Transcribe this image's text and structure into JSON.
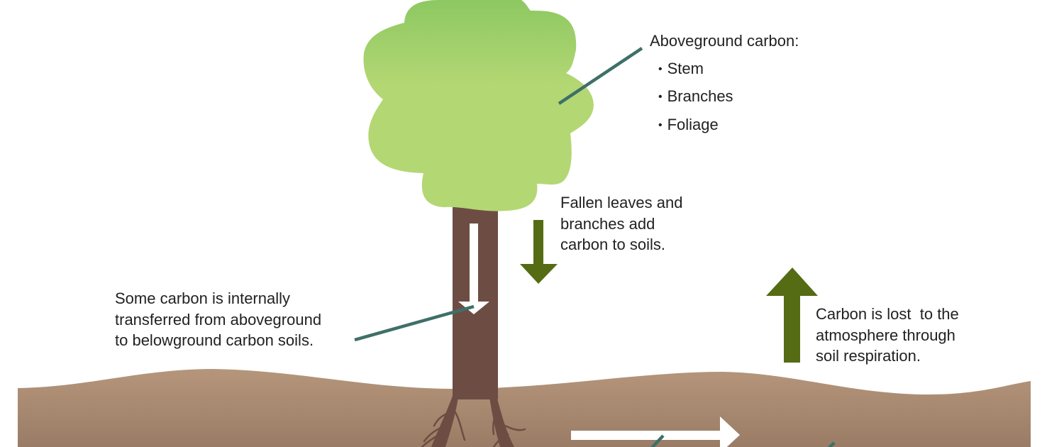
{
  "colors": {
    "canopy_top": "#8dc862",
    "canopy_bottom": "#b3d773",
    "trunk": "#6d4d43",
    "soil_top": "#b5967b",
    "soil_bottom": "#9a7c66",
    "pointer": "#3e7068",
    "flux_arrow": "#556b14"
  },
  "labels": {
    "aboveground": {
      "title": "Aboveground carbon:",
      "items": [
        "Stem",
        "Branches",
        "Foliage"
      ]
    },
    "fallen": [
      "Fallen leaves and",
      "branches add",
      "carbon to soils."
    ],
    "internal": [
      "Some carbon is internally",
      "transferred from aboveground",
      "to belowground carbon soils."
    ],
    "respiration": [
      "Carbon is lost  to the",
      "atmosphere through",
      "soil respiration."
    ]
  }
}
